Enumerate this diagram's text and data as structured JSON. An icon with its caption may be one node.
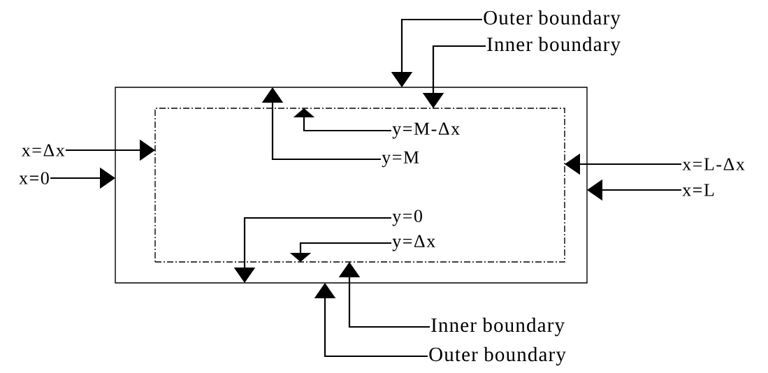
{
  "diagram": {
    "nodes": [
      {
        "text": [],
        "shape": "box"
      },
      {
        "text": [],
        "shape": "box",
        "in": 0
      },
      {
        "text": [
          "Outer boundary"
        ]
      },
      {
        "text": [
          "Inner boundary"
        ]
      },
      {
        "text": [
          "y=M-Δx"
        ],
        "in": 1
      },
      {
        "text": [
          "y=M"
        ],
        "in": 1
      },
      {
        "text": [
          "x=Δx"
        ]
      },
      {
        "text": [
          "x=0"
        ]
      },
      {
        "text": [
          "x=L-Δx"
        ]
      },
      {
        "text": [
          "x=L"
        ]
      },
      {
        "text": [
          "y=0"
        ],
        "in": 1
      },
      {
        "text": [
          "y=Δx"
        ],
        "in": 1
      },
      {
        "text": [
          "Inner boundary"
        ]
      },
      {
        "text": [
          "Outer boundary"
        ]
      }
    ],
    "edges": [
      {
        "from": 2,
        "to": 0,
        "arrow": "to"
      },
      {
        "from": 3,
        "to": 1,
        "arrow": "to"
      },
      {
        "from": 4,
        "to": 1,
        "arrow": "to"
      },
      {
        "from": 5,
        "to": 0,
        "arrow": "to"
      },
      {
        "from": 6,
        "to": 1,
        "arrow": "to"
      },
      {
        "from": 7,
        "to": 0,
        "arrow": "to"
      },
      {
        "from": 8,
        "to": 1,
        "arrow": "to"
      },
      {
        "from": 9,
        "to": 0,
        "arrow": "to"
      },
      {
        "from": 10,
        "to": 0,
        "arrow": "to"
      },
      {
        "from": 11,
        "to": 1,
        "arrow": "to"
      },
      {
        "from": 12,
        "to": 1,
        "arrow": "to"
      },
      {
        "from": 13,
        "to": 0,
        "arrow": "to"
      }
    ]
  }
}
